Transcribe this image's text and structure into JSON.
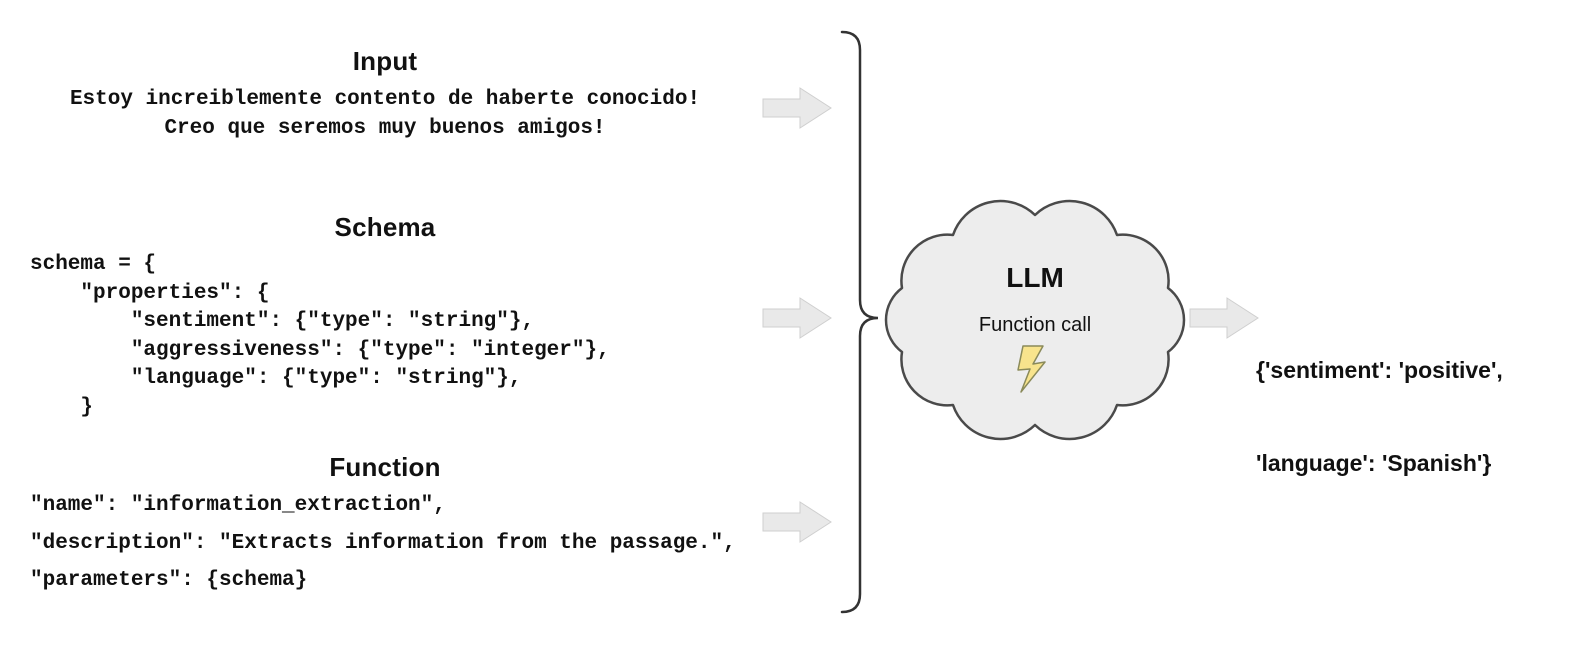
{
  "sections": {
    "input": {
      "title": "Input",
      "lines": [
        "Estoy increiblemente contento de haberte conocido!",
        "Creo que seremos muy buenos amigos!"
      ]
    },
    "schema": {
      "title": "Schema",
      "code_lines": [
        "schema = {",
        "    \"properties\": {",
        "        \"sentiment\": {\"type\": \"string\"},",
        "        \"aggressiveness\": {\"type\": \"integer\"},",
        "        \"language\": {\"type\": \"string\"},",
        "    }"
      ]
    },
    "function": {
      "title": "Function",
      "code_lines": [
        "\"name\": \"information_extraction\",",
        "\"description\": \"Extracts information from the passage.\",",
        "\"parameters\": {schema}"
      ]
    }
  },
  "llm_cloud": {
    "title": "LLM",
    "subtitle": "Function call",
    "icon": "lightning-bolt"
  },
  "output": {
    "lines": [
      "{'sentiment': 'positive',",
      "'language': 'Spanish'}"
    ]
  },
  "colors": {
    "arrow_fill": "#e9e9e9",
    "arrow_stroke": "#cfcfcf",
    "cloud_fill": "#ededed",
    "cloud_stroke": "#4a4a4a",
    "bolt_fill": "#f8e48d",
    "bolt_stroke": "#8a8a5a",
    "brace_stroke": "#333333",
    "text_color": "#111111"
  }
}
